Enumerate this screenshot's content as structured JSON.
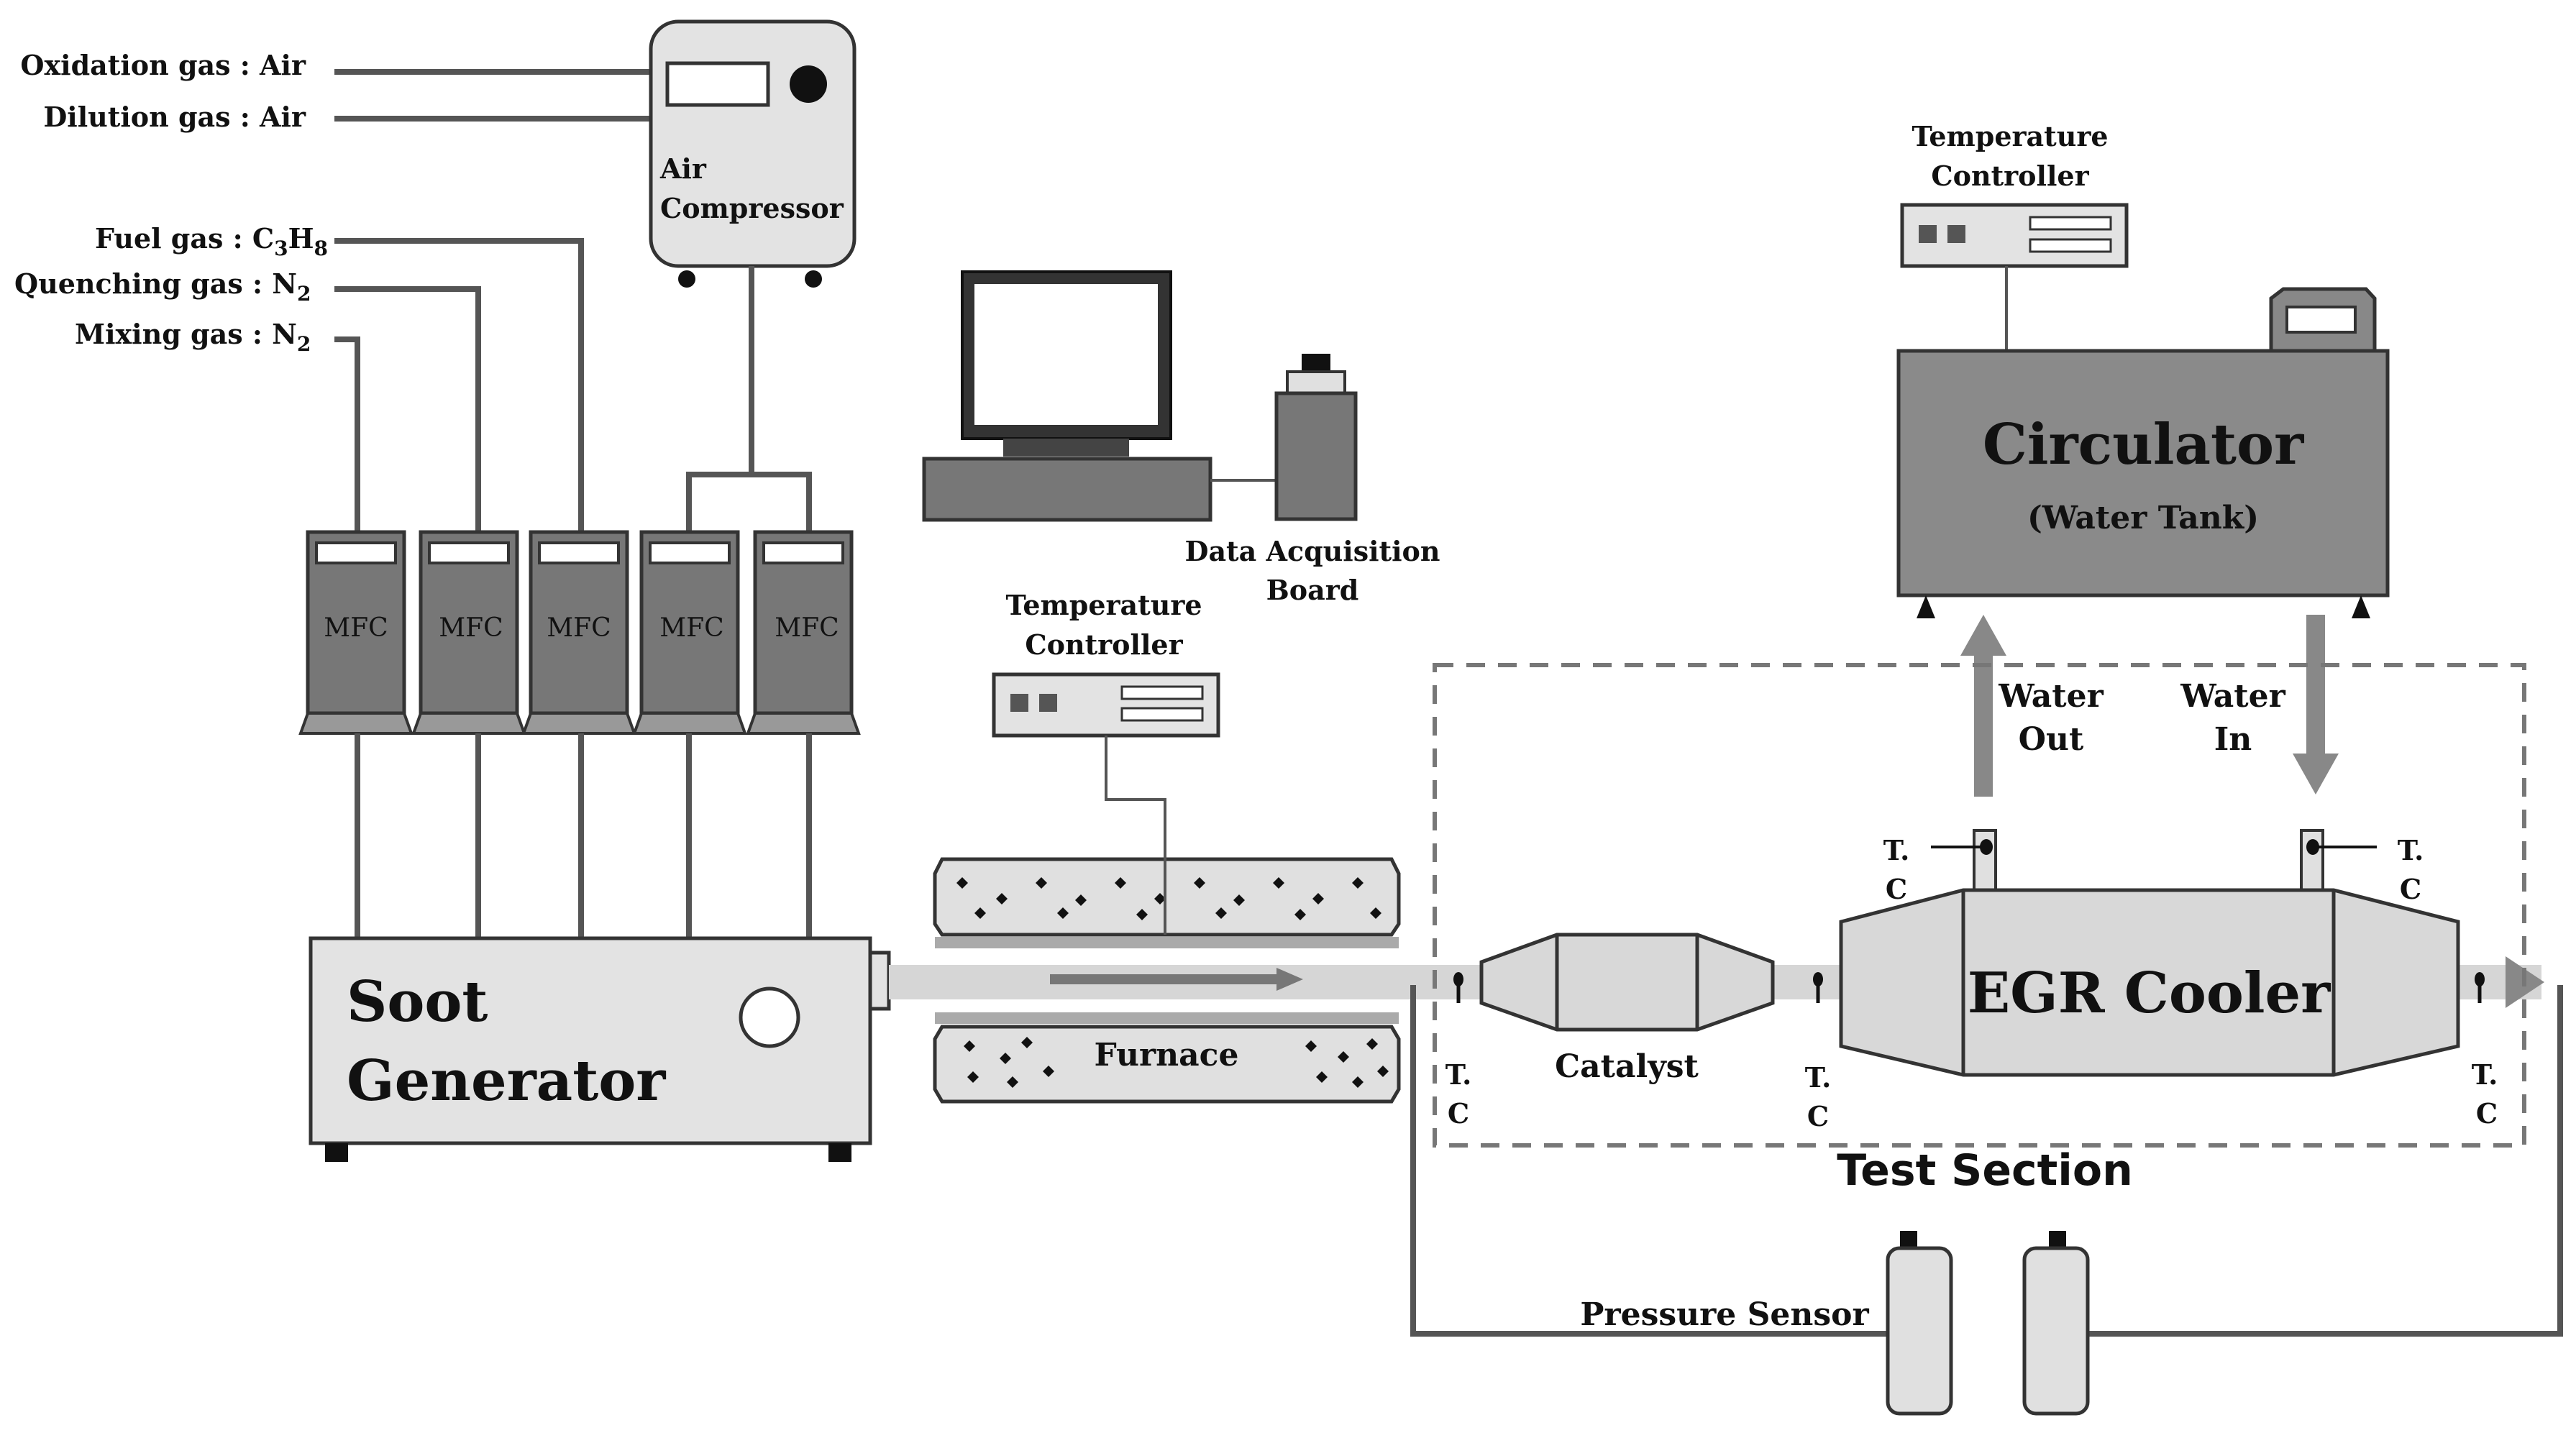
{
  "gases": {
    "oxidation": "Oxidation gas : Air",
    "dilution": "Dilution gas : Air",
    "fuel": "Fuel gas : C",
    "fuel_sub1": "3",
    "fuel_mid": "H",
    "fuel_sub2": "8",
    "quenching": "Quenching gas : N",
    "quenching_sub": "2",
    "mixing": "Mixing gas : N",
    "mixing_sub": "2"
  },
  "air_compressor": {
    "line1": "Air",
    "line2": "Compressor"
  },
  "mfc_label": "MFC",
  "soot_generator": {
    "line1": "Soot",
    "line2": "Generator"
  },
  "furnace": "Furnace",
  "data_acquisition": {
    "line1": "Data Acquisition",
    "line2": "Board"
  },
  "temp_controller": {
    "line1": "Temperature",
    "line2": "Controller"
  },
  "circulator": {
    "line1": "Circulator",
    "line2": "(Water Tank)"
  },
  "water_out": {
    "line1": "Water",
    "line2": "Out"
  },
  "water_in": {
    "line1": "Water",
    "line2": "In"
  },
  "catalyst": "Catalyst",
  "egr_cooler": "EGR Cooler",
  "test_section": "Test Section",
  "pressure_sensor": "Pressure Sensor",
  "tc": {
    "line1": "T.",
    "line2": "C"
  }
}
